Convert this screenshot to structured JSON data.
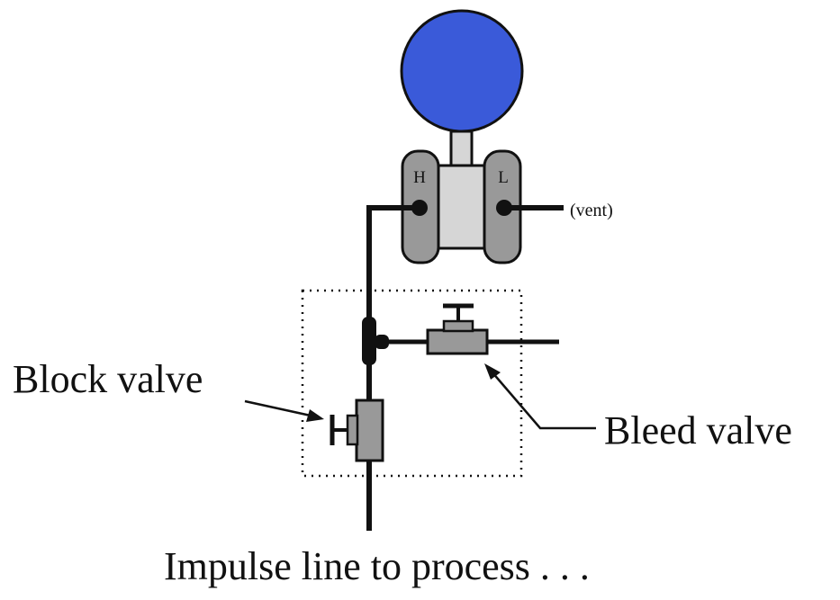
{
  "labels": {
    "high_port": "H",
    "low_port": "L",
    "vent": "(vent)",
    "block_valve": "Block valve",
    "bleed_valve": "Bleed valve",
    "impulse_line": "Impulse line to process . . ."
  },
  "colors": {
    "gauge_face": "#3a5ad9",
    "flange": "#999999",
    "body": "#d6d6d6",
    "valve": "#999999",
    "line": "#111111"
  }
}
